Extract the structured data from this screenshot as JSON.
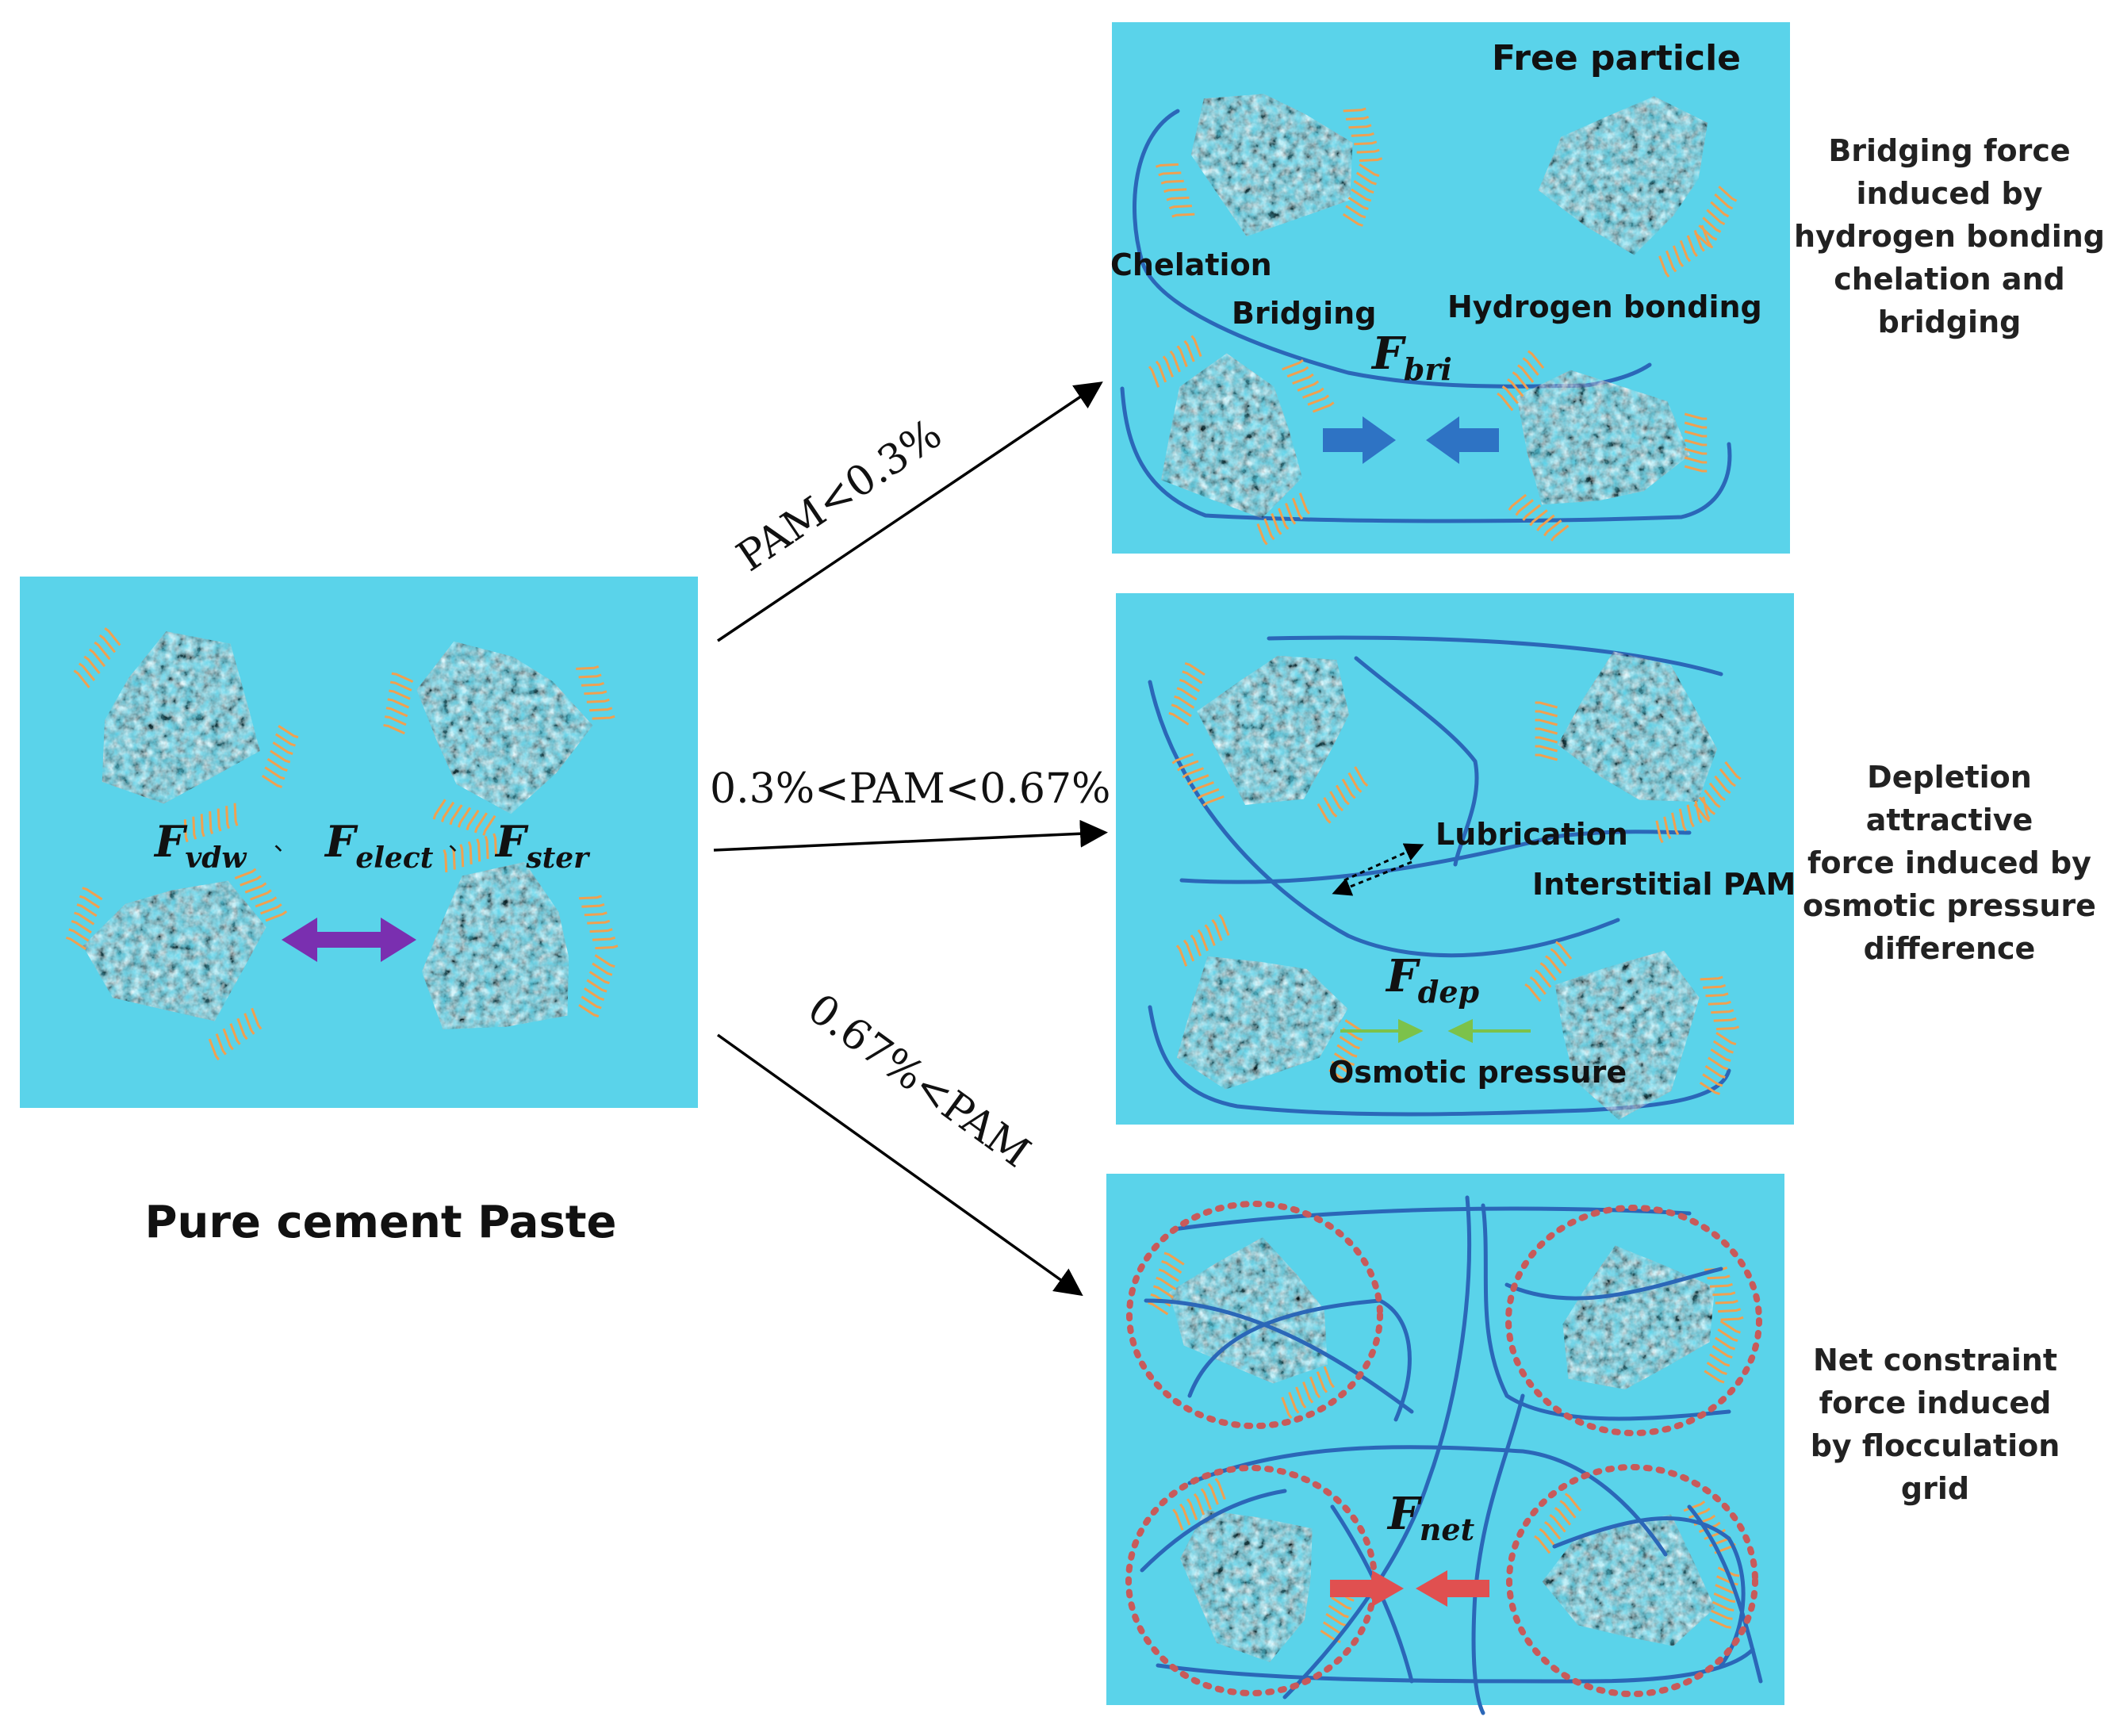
{
  "left_panel": {
    "caption": "Pure cement Paste",
    "forces": {
      "vdw": {
        "main": "F",
        "sub": "vdw"
      },
      "elect": {
        "main": "F",
        "sub": "elect"
      },
      "ster": {
        "main": "F",
        "sub": "ster"
      }
    },
    "separator": "、"
  },
  "arrows": {
    "upper": "PAM<0.3%",
    "middle": "0.3%<PAM<0.67%",
    "lower": "0.67%<PAM"
  },
  "panel_top": {
    "free_particle": "Free particle",
    "chelation": "Chelation",
    "bridging": "Bridging",
    "hydrogen_bonding": "Hydrogen bonding",
    "force": {
      "main": "F",
      "sub": "bri"
    },
    "description": [
      "Bridging force",
      "induced by",
      "hydrogen bonding",
      "chelation and",
      "bridging"
    ]
  },
  "panel_middle": {
    "lubrication": "Lubrication",
    "interstitial": "Interstitial PAM",
    "osmotic": "Osmotic pressure",
    "force": {
      "main": "F",
      "sub": "dep"
    },
    "description": [
      "Depletion",
      "attractive",
      "force  induced by",
      "osmotic pressure",
      "difference"
    ]
  },
  "panel_bottom": {
    "force": {
      "main": "F",
      "sub": "net"
    },
    "description": [
      "Net constraint",
      "force induced",
      "by flocculation",
      "grid"
    ]
  },
  "colors": {
    "panel_bg": "#5ad3ea",
    "particle_base": "#9a9a9a",
    "hairs": "#f0a050",
    "polymer": "#2b67b8",
    "purple": "#7a2fb0",
    "blue_arrow": "#2e73c4",
    "green_arrow": "#7cc24a",
    "red_arrow": "#e05050",
    "red_dots": "#c85a5a"
  }
}
